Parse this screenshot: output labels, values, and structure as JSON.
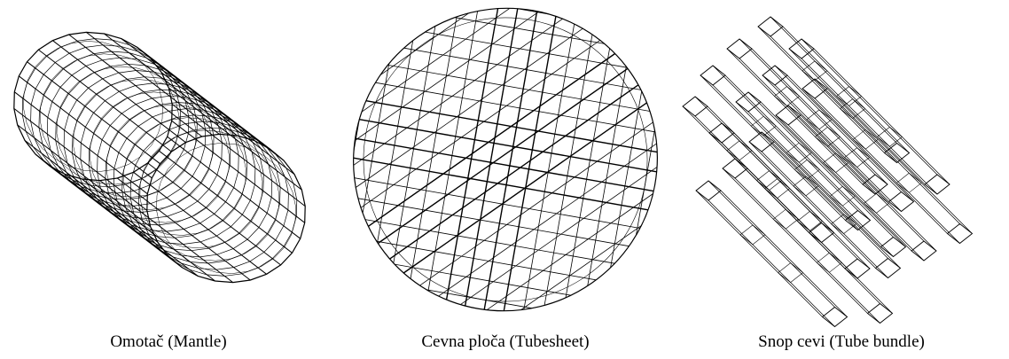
{
  "figure": {
    "panels": [
      {
        "id": "mantle",
        "caption": "Omotač (Mantle)",
        "icon": "wireframe-cylinder"
      },
      {
        "id": "tubesheet",
        "caption": "Cevna ploča (Tubesheet)",
        "icon": "wireframe-disc"
      },
      {
        "id": "bundle",
        "caption": "Snop cevi (Tube bundle)",
        "icon": "wireframe-tube-bundle"
      }
    ],
    "colors": {
      "line": "#000000",
      "background": "#ffffff"
    }
  }
}
